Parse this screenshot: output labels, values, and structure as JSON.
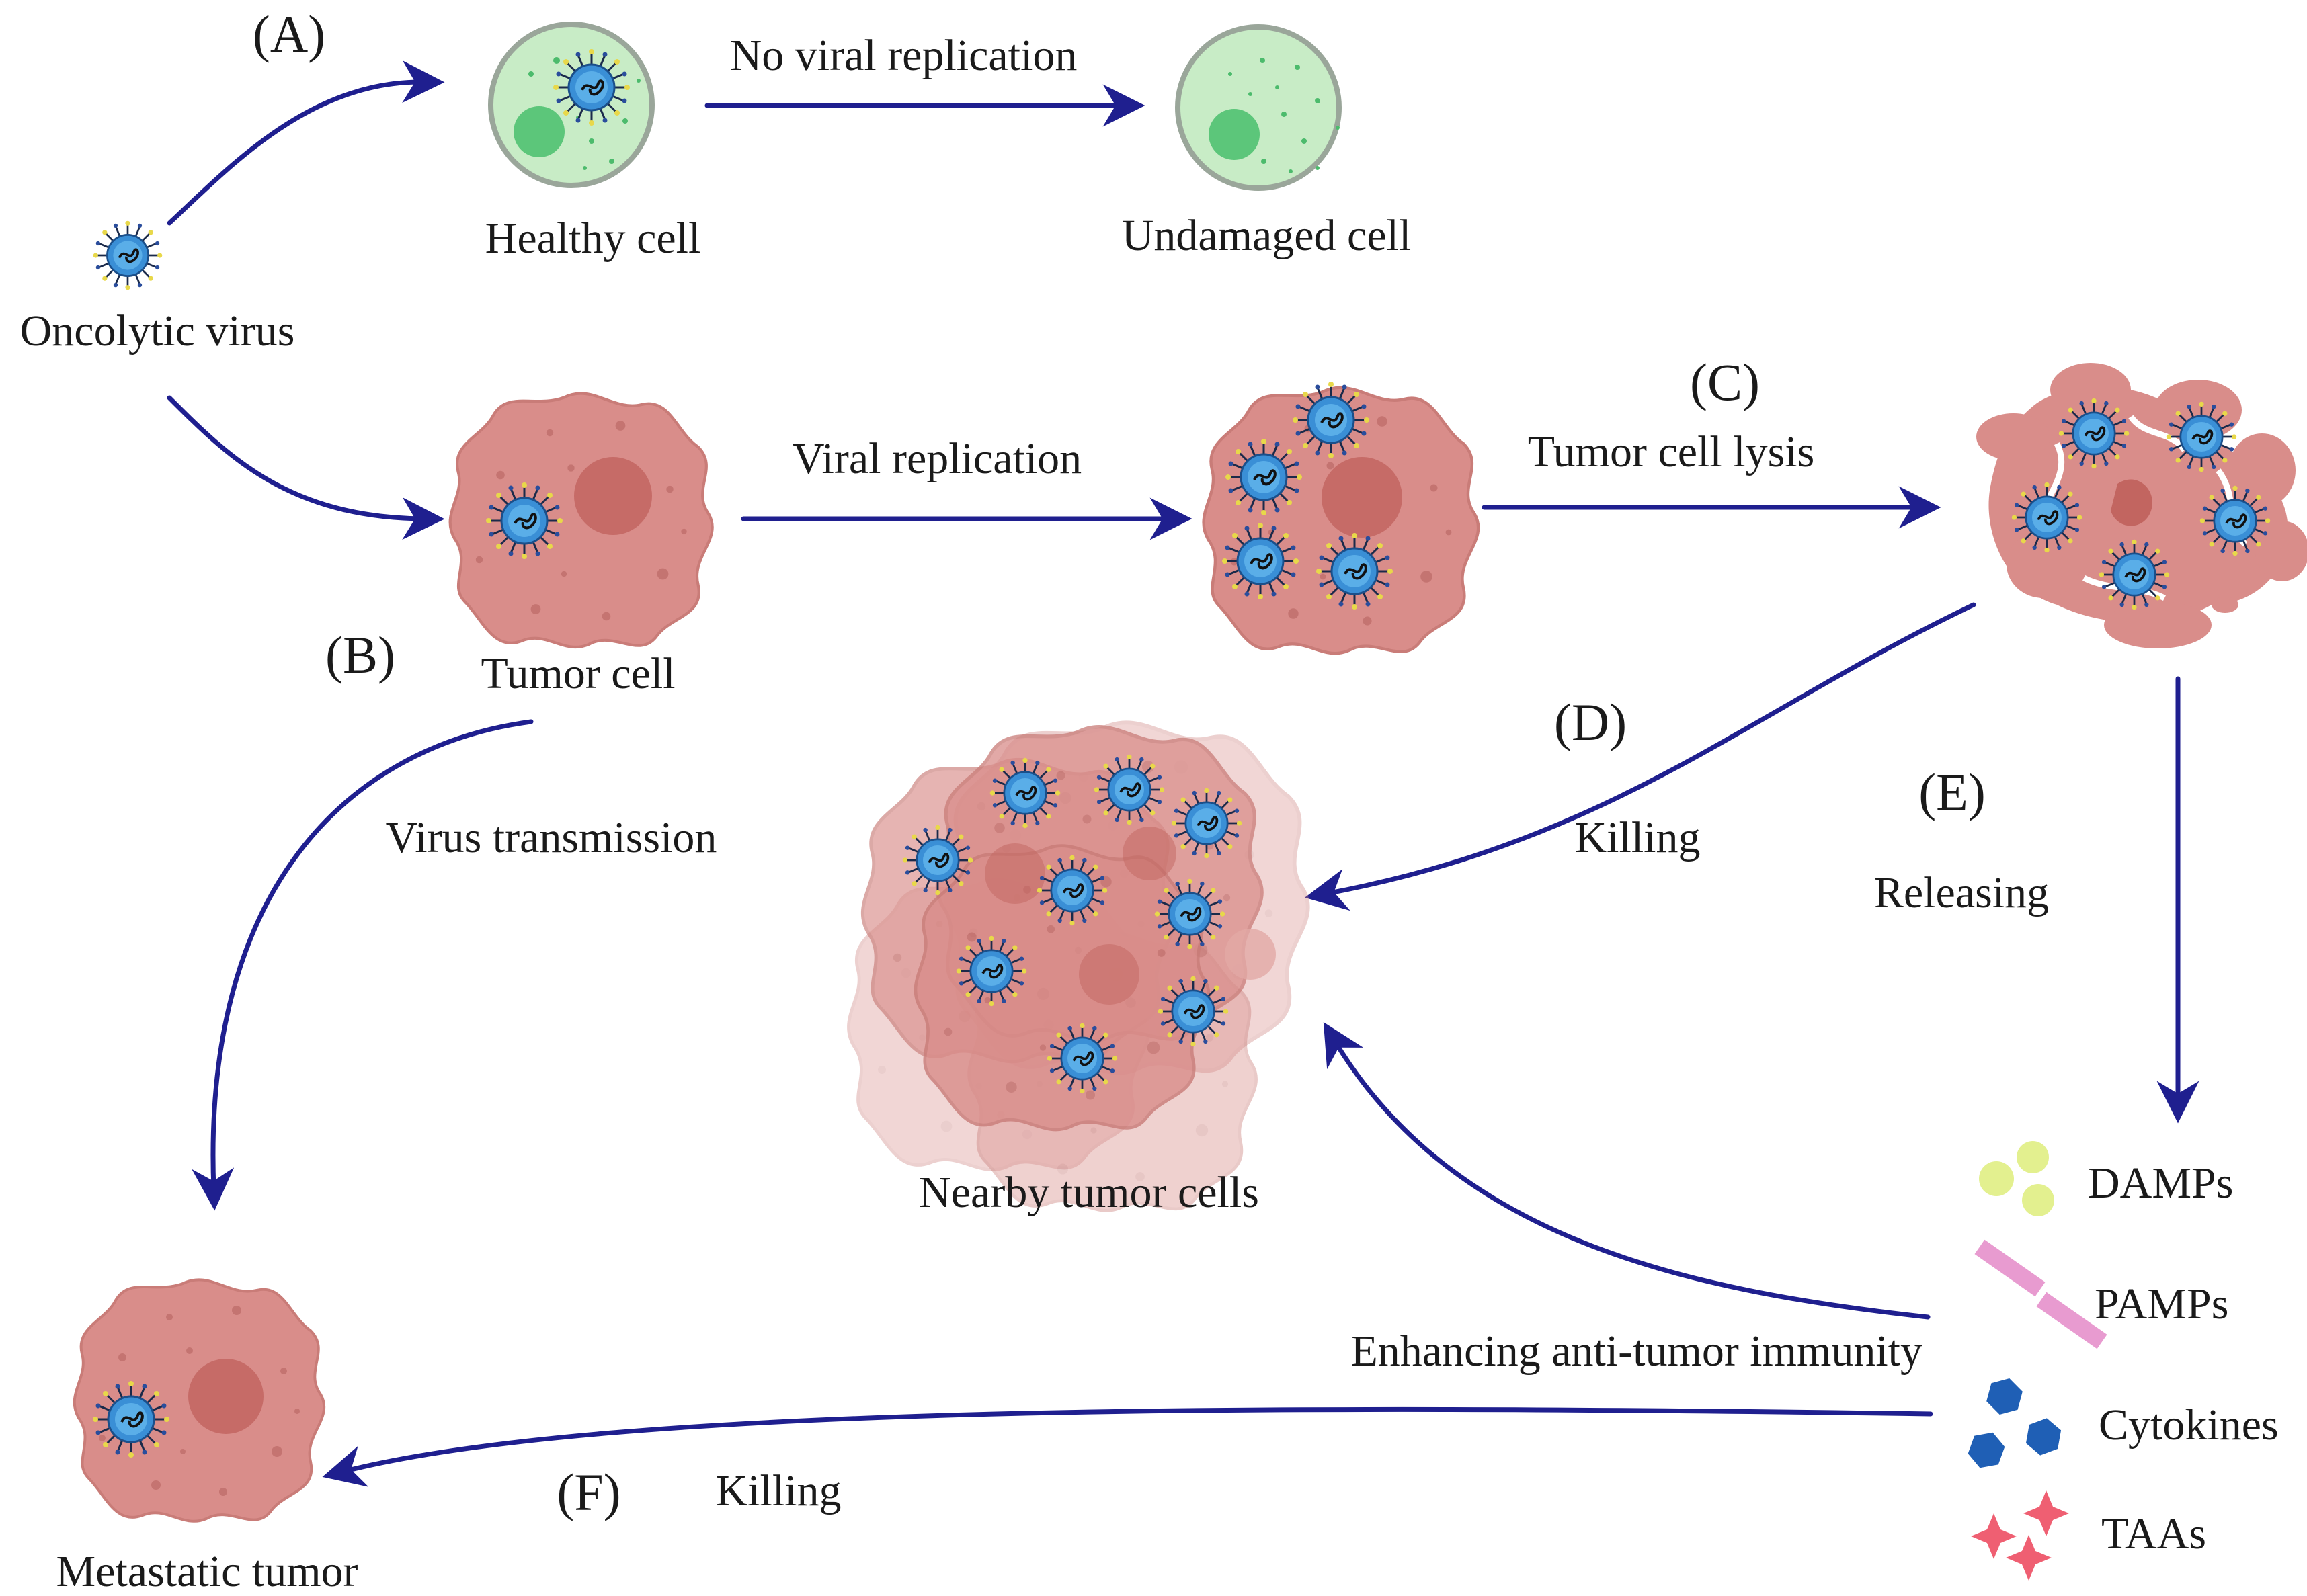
{
  "labels": {
    "panel_a": "(A)",
    "panel_b": "(B)",
    "panel_c": "(C)",
    "panel_d": "(D)",
    "panel_e": "(E)",
    "panel_f": "(F)",
    "oncolytic_virus": "Oncolytic virus",
    "healthy_cell": "Healthy cell",
    "undamaged_cell": "Undamaged cell",
    "no_viral_replication": "No viral replication",
    "tumor_cell": "Tumor cell",
    "viral_replication": "Viral replication",
    "tumor_cell_lysis": "Tumor cell lysis",
    "virus_transmission": "Virus transmission",
    "killing_d": "Killing",
    "releasing": "Releasing",
    "nearby_tumor_cells": "Nearby tumor cells",
    "enhancing_immunity": "Enhancing anti-tumor immunity",
    "killing_f": "Killing",
    "metastatic_tumor": "Metastatic tumor",
    "damps": "DAMPs",
    "pamps": "PAMPs",
    "cytokines": "Cytokines",
    "taas": "TAAs"
  },
  "colors": {
    "arrow": "#1f1f8f",
    "virus_body": "#3a8fd6",
    "virus_spike_tip": "#e8d84a",
    "healthy_cell": "#c8ecc6",
    "healthy_nucleus": "#5cc67a",
    "tumor_cell": "#d98d8a",
    "tumor_nucleus": "#c26560",
    "damps": "#e3f08f",
    "pamps": "#e89bd0",
    "cytokines": "#1f5fb5",
    "taas": "#ef5f72"
  },
  "icons": [
    "virus-icon",
    "healthy-cell-icon",
    "tumor-cell-icon",
    "lysed-cell-icon",
    "damps-icon",
    "pamps-icon",
    "cytokines-icon",
    "taas-icon"
  ]
}
